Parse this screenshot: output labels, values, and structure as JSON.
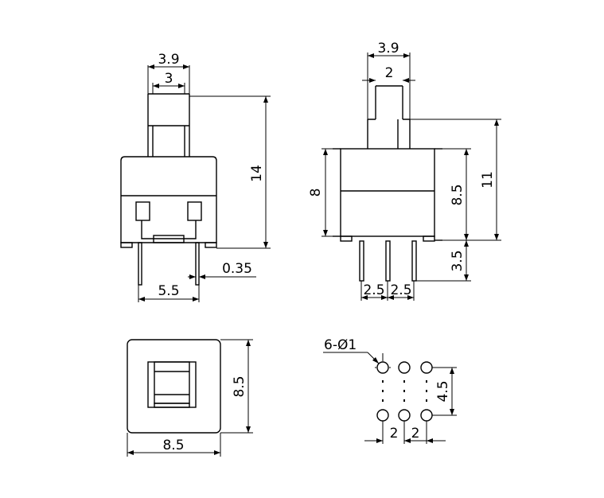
{
  "front_view": {
    "top_width": "3.9",
    "stem_width": "3",
    "height": "14",
    "pin_thickness": "0.35",
    "pin_spacing": "5.5"
  },
  "side_view": {
    "top_width": "3.9",
    "stem_width": "2",
    "body_height_left": "8",
    "body_height_right": "8.5",
    "total_height": "11",
    "pin_length": "3.5",
    "pitch_left": "2.5",
    "pitch_right": "2.5"
  },
  "top_view": {
    "width": "8.5",
    "height": "8.5"
  },
  "footprint": {
    "hole_label": "6-Ø1",
    "row_spacing": "4.5",
    "pitch_left": "2",
    "pitch_right": "2"
  }
}
